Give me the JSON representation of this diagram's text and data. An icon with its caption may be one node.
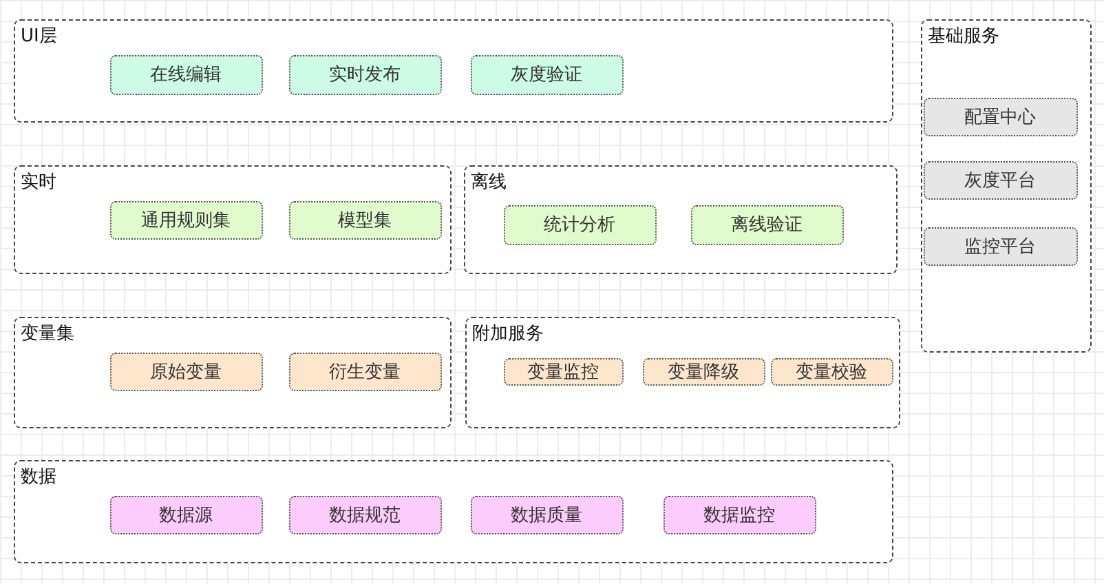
{
  "diagram": {
    "nodes": [
      {
        "text": [
          "UI层"
        ]
      },
      {
        "text": [
          "在线编辑"
        ],
        "in": 0
      },
      {
        "text": [
          "实时发布"
        ],
        "in": 0
      },
      {
        "text": [
          "灰度验证"
        ],
        "in": 0
      },
      {
        "text": [
          "基础服务"
        ]
      },
      {
        "text": [
          "配置中心"
        ],
        "in": 4
      },
      {
        "text": [
          "灰度平台"
        ],
        "in": 4
      },
      {
        "text": [
          "监控平台"
        ],
        "in": 4
      },
      {
        "text": [
          "实时"
        ]
      },
      {
        "text": [
          "通用规则集"
        ],
        "in": 8
      },
      {
        "text": [
          "模型集"
        ],
        "in": 8
      },
      {
        "text": [
          "离线"
        ]
      },
      {
        "text": [
          "统计分析"
        ],
        "in": 11
      },
      {
        "text": [
          "离线验证"
        ],
        "in": 11
      },
      {
        "text": [
          "变量集"
        ]
      },
      {
        "text": [
          "原始变量"
        ],
        "in": 14
      },
      {
        "text": [
          "衍生变量"
        ],
        "in": 14
      },
      {
        "text": [
          "附加服务"
        ]
      },
      {
        "text": [
          "变量监控"
        ],
        "in": 17
      },
      {
        "text": [
          "变量降级"
        ],
        "in": 17
      },
      {
        "text": [
          "变量校验"
        ],
        "in": 17
      },
      {
        "text": [
          "数据"
        ]
      },
      {
        "text": [
          "数据源"
        ],
        "in": 21
      },
      {
        "text": [
          "数据规范"
        ],
        "in": 21
      },
      {
        "text": [
          "数据质量"
        ],
        "in": 21
      },
      {
        "text": [
          "数据监控"
        ],
        "in": 21
      }
    ]
  }
}
